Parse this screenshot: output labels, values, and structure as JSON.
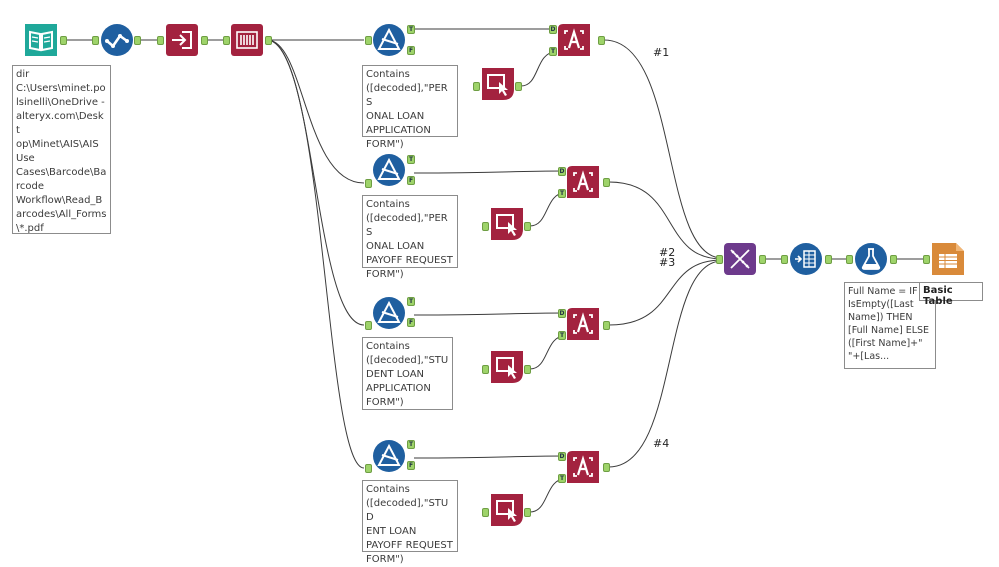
{
  "annotations": {
    "input": "dir\nC:\\Users\\minet.po\nlsinelli\\OneDrive -\nalteryx.com\\Deskt\nop\\Minet\\AIS\\AIS\nUse\nCases\\Barcode\\Ba\nrcode\nWorkflow\\Read_B\narcodes\\All_Forms\n\\*.pdf",
    "filter1": "Contains\n([decoded],\"PERS\nONAL LOAN\nAPPLICATION\nFORM\")",
    "filter2": "Contains\n([decoded],\"PERS\nONAL LOAN\nPAYOFF REQUEST\nFORM\")",
    "filter3": "Contains\n([decoded],\"STU\nDENT LOAN\nAPPLICATION\nFORM\")",
    "filter4": "Contains\n([decoded],\"STUD\nENT LOAN\nPAYOFF REQUEST\nFORM\")",
    "formula": "Full Name = IF\nIsEmpty([Last\nName]) THEN\n[Full Name] ELSE\n([First Name]+\"\n\"+[Las..."
  },
  "basic_table_label": "Basic Table",
  "wire_labels": {
    "w1": "#1",
    "w2": "#2",
    "w3": "#3",
    "w4": "#4"
  },
  "anchor_labels": {
    "true": "T",
    "false": "F",
    "data": "D",
    "template": "T"
  },
  "colors": {
    "teal": "#1fa89a",
    "blue": "#1f5fa0",
    "crimson": "#a3223f",
    "purple": "#6d3a8c",
    "orange": "#d98a3a",
    "anchor": "#9ed36a"
  },
  "icons": {
    "directory": "open-book-icon",
    "select": "checkmark-wave-icon",
    "dynamic_input": "input-arrow-icon",
    "barcode": "barcode-icon",
    "filter": "filter-triangle-icon",
    "extract": "text-extract-icon",
    "interactive": "cursor-box-icon",
    "union": "dna-icon",
    "cross_tab": "table-split-icon",
    "formula": "flask-icon",
    "table": "basic-table-icon"
  }
}
